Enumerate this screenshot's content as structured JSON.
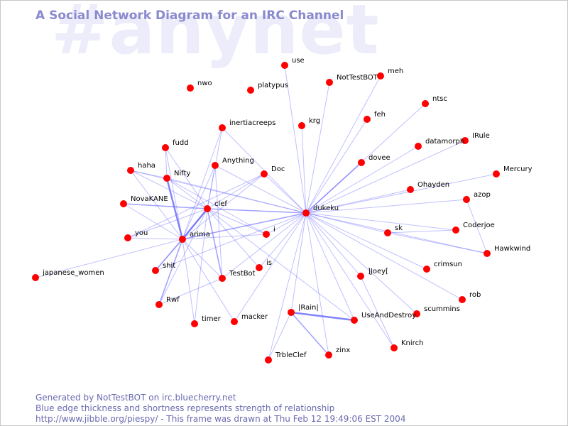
{
  "diagram": {
    "watermark": "#anynet",
    "title": "A Social Network Diagram for an IRC Channel",
    "colors": {
      "node": "#ff0000",
      "edge": "#5a5aff",
      "label": "#000000",
      "title": "#8a8ace",
      "watermark": "#ececfa"
    },
    "nodes": [
      {
        "id": "use",
        "label": "use"
      },
      {
        "id": "meh",
        "label": "meh"
      },
      {
        "id": "NotTestBOT",
        "label": "NotTestBOT"
      },
      {
        "id": "nwo",
        "label": "nwo"
      },
      {
        "id": "platypus",
        "label": "platypus"
      },
      {
        "id": "ntsc",
        "label": "ntsc"
      },
      {
        "id": "feh",
        "label": "feh"
      },
      {
        "id": "krg",
        "label": "krg"
      },
      {
        "id": "inertiacreeps",
        "label": "inertiacreeps"
      },
      {
        "id": "IRule",
        "label": "IRule"
      },
      {
        "id": "datamorph",
        "label": "datamorph"
      },
      {
        "id": "fudd",
        "label": "fudd"
      },
      {
        "id": "dovee",
        "label": "dovee"
      },
      {
        "id": "Anything",
        "label": "Anything"
      },
      {
        "id": "haha",
        "label": "haha"
      },
      {
        "id": "Doc",
        "label": "Doc"
      },
      {
        "id": "Mercury",
        "label": "Mercury"
      },
      {
        "id": "Nifty",
        "label": "Nifty"
      },
      {
        "id": "Ohayden",
        "label": "Ohayden"
      },
      {
        "id": "NovaKANE",
        "label": "NovaKANE"
      },
      {
        "id": "azop",
        "label": "azop"
      },
      {
        "id": "clef",
        "label": "clef"
      },
      {
        "id": "dukeku",
        "label": "dukeku"
      },
      {
        "id": "Coderjoe",
        "label": "Coderjoe"
      },
      {
        "id": "you",
        "label": "you"
      },
      {
        "id": "sk",
        "label": "sk"
      },
      {
        "id": "i",
        "label": "i"
      },
      {
        "id": "arima",
        "label": "arima"
      },
      {
        "id": "Hawkwind",
        "label": "Hawkwind"
      },
      {
        "id": "is",
        "label": "is"
      },
      {
        "id": "shit",
        "label": "shit"
      },
      {
        "id": "crimsun",
        "label": "crimsun"
      },
      {
        "id": "japanese_women",
        "label": "japanese_women"
      },
      {
        "id": "TestBot",
        "label": "TestBot"
      },
      {
        "id": "JoeyJ",
        "label": "]Joey["
      },
      {
        "id": "rob",
        "label": "rob"
      },
      {
        "id": "Rwf",
        "label": "Rwf"
      },
      {
        "id": "Rain",
        "label": "|Rain|"
      },
      {
        "id": "scummins",
        "label": "scummins"
      },
      {
        "id": "macker",
        "label": "macker"
      },
      {
        "id": "UseAndDestroy",
        "label": "UseAndDestroy"
      },
      {
        "id": "timer",
        "label": "timer"
      },
      {
        "id": "Knirch",
        "label": "Knirch"
      },
      {
        "id": "zinx",
        "label": "zinx"
      },
      {
        "id": "TrbleClef",
        "label": "TrbleClef"
      }
    ],
    "edges": [
      {
        "from": "dukeku",
        "to": "use",
        "strength": 1
      },
      {
        "from": "dukeku",
        "to": "NotTestBOT",
        "strength": 1
      },
      {
        "from": "dukeku",
        "to": "meh",
        "strength": 1
      },
      {
        "from": "dukeku",
        "to": "krg",
        "strength": 1
      },
      {
        "from": "dukeku",
        "to": "feh",
        "strength": 1
      },
      {
        "from": "dukeku",
        "to": "ntsc",
        "strength": 1
      },
      {
        "from": "dukeku",
        "to": "datamorph",
        "strength": 1
      },
      {
        "from": "dukeku",
        "to": "IRule",
        "strength": 1
      },
      {
        "from": "dukeku",
        "to": "dovee",
        "strength": 2
      },
      {
        "from": "dukeku",
        "to": "Mercury",
        "strength": 1
      },
      {
        "from": "dukeku",
        "to": "Ohayden",
        "strength": 1
      },
      {
        "from": "dukeku",
        "to": "azop",
        "strength": 1
      },
      {
        "from": "dukeku",
        "to": "Coderjoe",
        "strength": 1
      },
      {
        "from": "dukeku",
        "to": "sk",
        "strength": 1
      },
      {
        "from": "dukeku",
        "to": "Hawkwind",
        "strength": 1
      },
      {
        "from": "dukeku",
        "to": "crimsun",
        "strength": 1
      },
      {
        "from": "dukeku",
        "to": "JoeyJ",
        "strength": 1
      },
      {
        "from": "dukeku",
        "to": "rob",
        "strength": 1
      },
      {
        "from": "dukeku",
        "to": "scummins",
        "strength": 1
      },
      {
        "from": "dukeku",
        "to": "UseAndDestroy",
        "strength": 1
      },
      {
        "from": "dukeku",
        "to": "zinx",
        "strength": 1
      },
      {
        "from": "dukeku",
        "to": "Rain",
        "strength": 1
      },
      {
        "from": "dukeku",
        "to": "TrbleClef",
        "strength": 1
      },
      {
        "from": "dukeku",
        "to": "macker",
        "strength": 1
      },
      {
        "from": "dukeku",
        "to": "TestBot",
        "strength": 1
      },
      {
        "from": "dukeku",
        "to": "is",
        "strength": 1
      },
      {
        "from": "dukeku",
        "to": "i",
        "strength": 1
      },
      {
        "from": "dukeku",
        "to": "Doc",
        "strength": 1
      },
      {
        "from": "dukeku",
        "to": "inertiacreeps",
        "strength": 1
      },
      {
        "from": "dukeku",
        "to": "clef",
        "strength": 2
      },
      {
        "from": "dukeku",
        "to": "arima",
        "strength": 2
      },
      {
        "from": "dukeku",
        "to": "Nifty",
        "strength": 1
      },
      {
        "from": "dukeku",
        "to": "haha",
        "strength": 1
      },
      {
        "from": "dukeku",
        "to": "Anything",
        "strength": 1
      },
      {
        "from": "dukeku",
        "to": "shit",
        "strength": 1
      },
      {
        "from": "dukeku",
        "to": "Knirch",
        "strength": 1
      },
      {
        "from": "sk",
        "to": "Coderjoe",
        "strength": 1
      },
      {
        "from": "azop",
        "to": "Hawkwind",
        "strength": 1
      },
      {
        "from": "sk",
        "to": "Hawkwind",
        "strength": 1
      },
      {
        "from": "JoeyJ",
        "to": "Knirch",
        "strength": 1
      },
      {
        "from": "Rain",
        "to": "UseAndDestroy",
        "strength": 3
      },
      {
        "from": "Rain",
        "to": "zinx",
        "strength": 2
      },
      {
        "from": "Rain",
        "to": "TrbleClef",
        "strength": 1
      },
      {
        "from": "clef",
        "to": "arima",
        "strength": 3
      },
      {
        "from": "clef",
        "to": "Nifty",
        "strength": 1
      },
      {
        "from": "clef",
        "to": "fudd",
        "strength": 1
      },
      {
        "from": "clef",
        "to": "inertiacreeps",
        "strength": 1
      },
      {
        "from": "clef",
        "to": "Anything",
        "strength": 1
      },
      {
        "from": "clef",
        "to": "Doc",
        "strength": 1
      },
      {
        "from": "clef",
        "to": "haha",
        "strength": 1
      },
      {
        "from": "clef",
        "to": "NovaKANE",
        "strength": 2
      },
      {
        "from": "clef",
        "to": "you",
        "strength": 1
      },
      {
        "from": "clef",
        "to": "i",
        "strength": 1
      },
      {
        "from": "clef",
        "to": "is",
        "strength": 1
      },
      {
        "from": "clef",
        "to": "TestBot",
        "strength": 2
      },
      {
        "from": "clef",
        "to": "shit",
        "strength": 1
      },
      {
        "from": "clef",
        "to": "Rwf",
        "strength": 1
      },
      {
        "from": "clef",
        "to": "timer",
        "strength": 1
      },
      {
        "from": "clef",
        "to": "UseAndDestroy",
        "strength": 1
      },
      {
        "from": "arima",
        "to": "Nifty",
        "strength": 3
      },
      {
        "from": "arima",
        "to": "fudd",
        "strength": 1
      },
      {
        "from": "arima",
        "to": "inertiacreeps",
        "strength": 1
      },
      {
        "from": "arima",
        "to": "Anything",
        "strength": 1
      },
      {
        "from": "arima",
        "to": "Doc",
        "strength": 1
      },
      {
        "from": "arima",
        "to": "haha",
        "strength": 1
      },
      {
        "from": "arima",
        "to": "NovaKANE",
        "strength": 1
      },
      {
        "from": "arima",
        "to": "you",
        "strength": 1
      },
      {
        "from": "arima",
        "to": "i",
        "strength": 1
      },
      {
        "from": "arima",
        "to": "shit",
        "strength": 2
      },
      {
        "from": "arima",
        "to": "japanese_women",
        "strength": 1
      },
      {
        "from": "arima",
        "to": "TestBot",
        "strength": 1
      },
      {
        "from": "arima",
        "to": "Rwf",
        "strength": 2
      },
      {
        "from": "arima",
        "to": "timer",
        "strength": 1
      },
      {
        "from": "arima",
        "to": "macker",
        "strength": 1
      },
      {
        "from": "fudd",
        "to": "Nifty",
        "strength": 1
      },
      {
        "from": "Nifty",
        "to": "haha",
        "strength": 1
      },
      {
        "from": "Nifty",
        "to": "i",
        "strength": 1
      },
      {
        "from": "Anything",
        "to": "TestBot",
        "strength": 1
      },
      {
        "from": "Doc",
        "to": "you",
        "strength": 1
      },
      {
        "from": "TestBot",
        "to": "Rwf",
        "strength": 1
      }
    ]
  },
  "footer": {
    "line1": "Generated by NotTestBOT on irc.bluecherry.net",
    "line2": "Blue edge thickness and shortness represents strength of relationship",
    "line3": "http://www.jibble.org/piespy/ - This frame was drawn at Thu Feb 12 19:49:06 EST 2004"
  }
}
